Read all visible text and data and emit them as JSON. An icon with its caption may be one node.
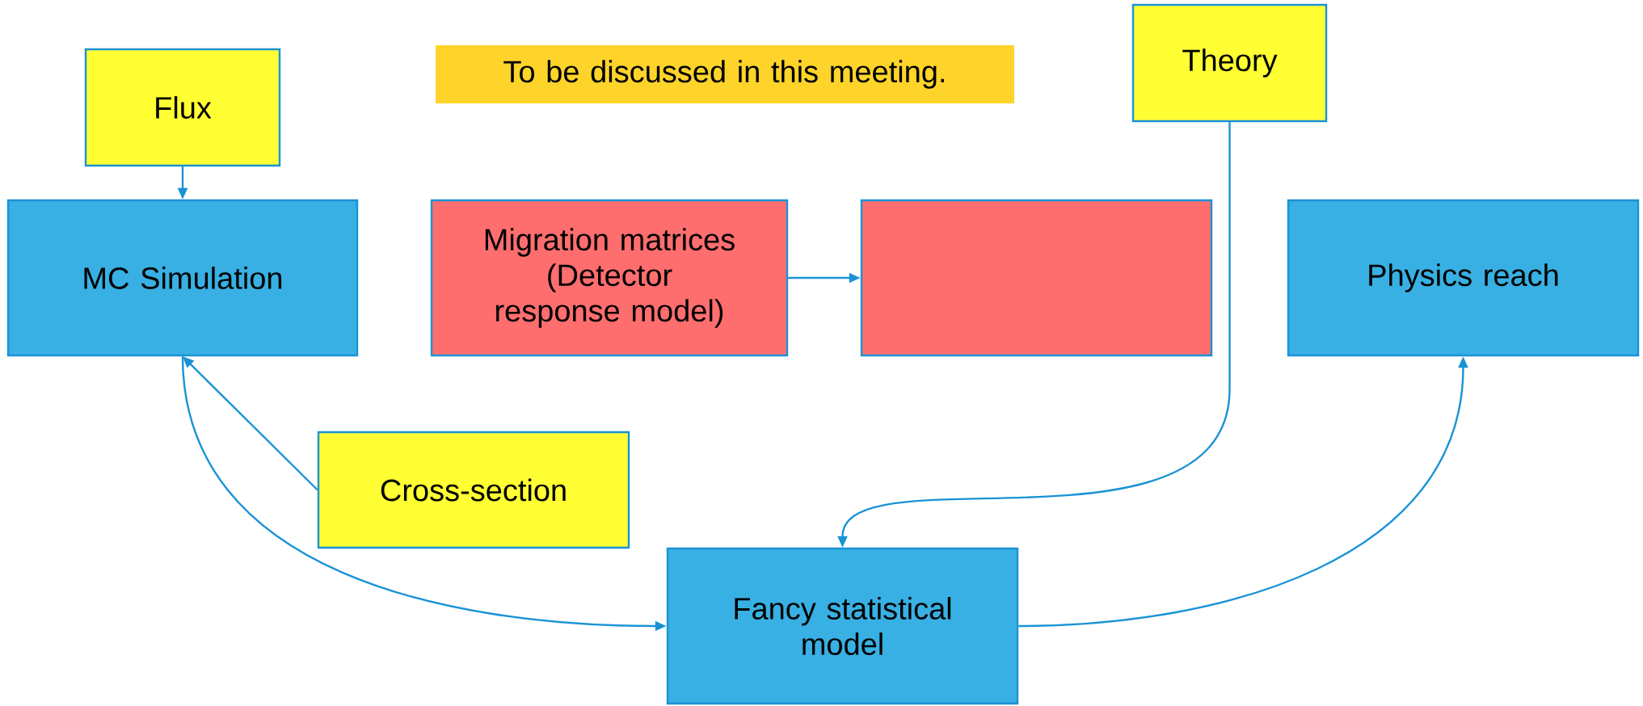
{
  "diagram": {
    "nodes": [
      {
        "text": [
          "Flux"
        ]
      },
      {
        "text": [
          "To be discussed in this meeting."
        ]
      },
      {
        "text": [
          "Theory"
        ]
      },
      {
        "text": [
          "MC Simulation"
        ]
      },
      {
        "text": [
          "Migration matrices (Detector response model)"
        ]
      },
      {
        "text": [],
        "shape": "box"
      },
      {
        "text": [
          "Physics reach"
        ]
      },
      {
        "text": [
          "Cross-section"
        ]
      },
      {
        "text": [
          "Fancy statistical model"
        ]
      }
    ],
    "edges": [
      {
        "from": 0,
        "to": 3,
        "arrow": "to"
      },
      {
        "from": 4,
        "to": 5,
        "arrow": "to"
      },
      {
        "from": 2,
        "to": 8,
        "arrow": "to"
      },
      {
        "from": 7,
        "to": 3,
        "arrow": "to"
      },
      {
        "from": 3,
        "to": 8,
        "arrow": "to"
      },
      {
        "from": 8,
        "to": 6,
        "arrow": "to"
      }
    ]
  }
}
